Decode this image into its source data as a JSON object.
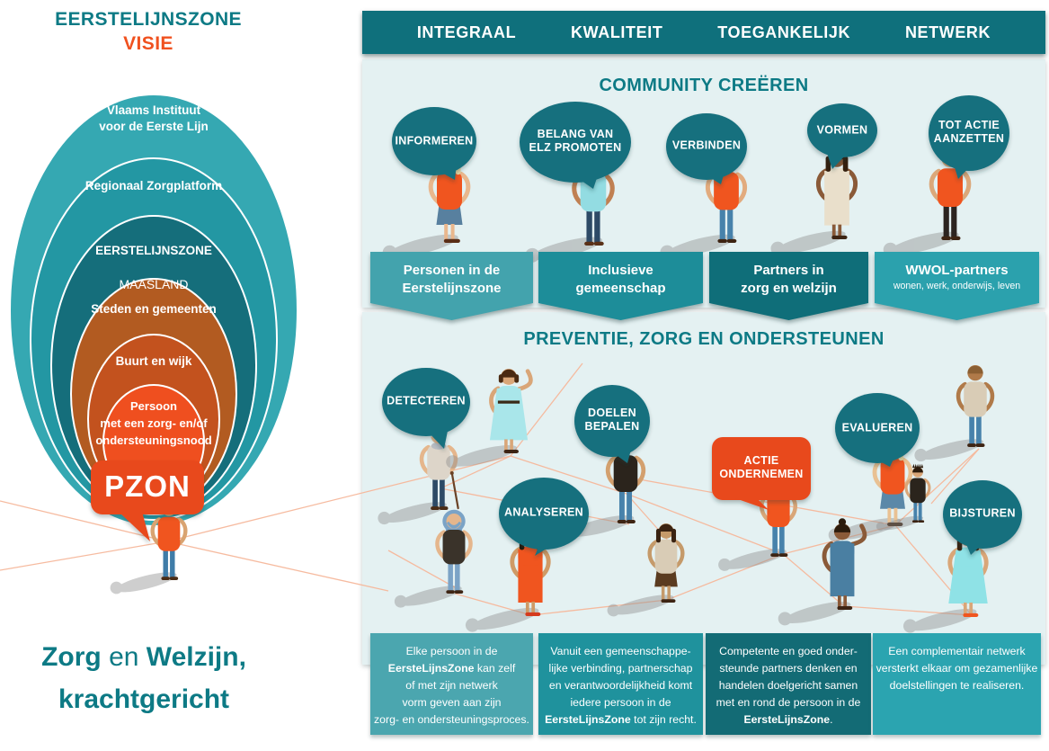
{
  "palette": {
    "teal_dark": "#0f707c",
    "teal": "#1d8d99",
    "teal_light": "#43a3ad",
    "bubble": "#18707e",
    "panel_bg": "#e4f1f2",
    "heading_teal": "#0d7a85",
    "orange": "#f0511f",
    "orange_deep": "#e8481c",
    "network_line": "#f6b89b"
  },
  "left": {
    "title": "EERSTELIJNSZONE",
    "subtitle": "VISIE",
    "rings": [
      {
        "label": "Vlaams Instituut\nvoor de Eerste Lijn",
        "color": "#35a8b2"
      },
      {
        "label": "Regionaal Zorgplatform",
        "color": "#2397a3"
      },
      {
        "label": "EERSTELIJNSZONE",
        "sublabel": "MAASLAND",
        "color": "#156e7b"
      },
      {
        "label": "Steden en gemeenten",
        "color": "#b25b21"
      },
      {
        "label": "Buurt en wijk",
        "color": "#c3521e"
      },
      {
        "label": "Persoon\nmet een zorg- en/of\nondersteuningsnood",
        "color": "#ef4f1f"
      }
    ],
    "pzon_label": "PZON",
    "tagline_line1": [
      [
        {
          "t": "Zorg",
          "b": true
        },
        {
          "t": " en "
        },
        {
          "t": "Welzijn,",
          "b": true
        }
      ]
    ],
    "tagline_line2": "krachtgericht"
  },
  "pillars": [
    "INTEGRAAL",
    "KWALITEIT",
    "TOEGANKELIJK",
    "NETWERK"
  ],
  "community": {
    "title": "COMMUNITY CREËREN",
    "bubbles": [
      {
        "label": "INFORMEREN"
      },
      {
        "label": "BELANG VAN\nELZ PROMOTEN"
      },
      {
        "label": "VERBINDEN"
      },
      {
        "label": "VORMEN"
      },
      {
        "label": "TOT ACTIE\nAANZETTEN"
      }
    ]
  },
  "banners": [
    {
      "line1": "Personen in de",
      "line2": "Eerstelijnszone",
      "color": "#43a3ad"
    },
    {
      "line1": "Inclusieve",
      "line2": "gemeenschap",
      "color": "#1d8d99"
    },
    {
      "line1": "Partners in",
      "line2": "zorg en welzijn",
      "color": "#0f6e79"
    },
    {
      "line1": "WWOL-partners",
      "line2": "wonen, werk, onderwijs, leven",
      "color": "#2ba1ad"
    }
  ],
  "prevention": {
    "title": "PREVENTIE, ZORG EN ONDERSTEUNEN",
    "bubbles": [
      {
        "label": "DETECTEREN"
      },
      {
        "label": "DOELEN\nBEPALEN"
      },
      {
        "label": "ANALYSEREN"
      },
      {
        "label": "ACTIE\nONDERNEMEN",
        "accent": true
      },
      {
        "label": "EVALUEREN"
      },
      {
        "label": "BIJSTUREN"
      }
    ]
  },
  "footers": [
    {
      "color": "#4ba6af",
      "lines": [
        [
          {
            "t": "Elke persoon in de"
          }
        ],
        [
          {
            "t": "EersteLijnsZone",
            "b": true
          },
          {
            "t": " kan zelf"
          }
        ],
        [
          {
            "t": "of met zijn netwerk"
          }
        ],
        [
          {
            "t": "vorm geven aan zijn"
          }
        ],
        [
          {
            "t": "zorg- en ondersteuningsproces."
          }
        ]
      ]
    },
    {
      "color": "#1f929d",
      "lines": [
        [
          {
            "t": "Vanuit een gemeenschappe-"
          }
        ],
        [
          {
            "t": "lijke verbinding, partnerschap"
          }
        ],
        [
          {
            "t": "en verantwoordelijkheid komt"
          }
        ],
        [
          {
            "t": "iedere persoon in de"
          }
        ],
        [
          {
            "t": "EersteLijnsZone",
            "b": true
          },
          {
            "t": " tot zijn recht."
          }
        ]
      ]
    },
    {
      "color": "#136b75",
      "lines": [
        [
          {
            "t": "Competente en goed onder-"
          }
        ],
        [
          {
            "t": "steunde partners denken en"
          }
        ],
        [
          {
            "t": "handelen doelgericht samen"
          }
        ],
        [
          {
            "t": "met en rond de persoon in de"
          }
        ],
        [
          {
            "t": "EersteLijnsZone",
            "b": true
          },
          {
            "t": "."
          }
        ]
      ]
    },
    {
      "color": "#2ba4b0",
      "lines": [
        [
          {
            "t": "Een complementair netwerk"
          }
        ],
        [
          {
            "t": "versterkt elkaar om gezamenlijke"
          }
        ],
        [
          {
            "t": "doelstellingen te realiseren."
          }
        ]
      ]
    }
  ]
}
